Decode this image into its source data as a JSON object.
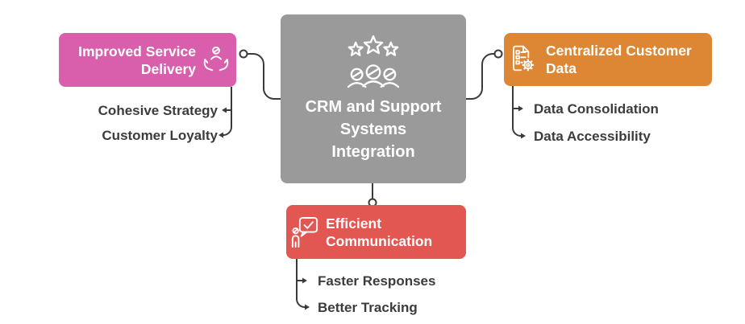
{
  "center": {
    "title": "CRM and Support Systems Integration",
    "color": "#9A9A9A",
    "icon": "team-rating-icon"
  },
  "branches": [
    {
      "label": "Improved Service Delivery",
      "color": "#D95FAD",
      "icon": "caring-hands-icon",
      "children": [
        "Cohesive Strategy",
        "Customer Loyalty"
      ]
    },
    {
      "label": "Centralized Customer Data",
      "color": "#DD8633",
      "icon": "document-checklist-gear-icon",
      "children": [
        "Data Consolidation",
        "Data Accessibility"
      ]
    },
    {
      "label": "Efficient Communication",
      "color": "#E25752",
      "icon": "person-chat-check-icon",
      "children": [
        "Faster Responses",
        "Better Tracking"
      ]
    }
  ],
  "styles": {
    "connector_color": "#3A3A3A",
    "leaf_text_color": "#3C3C3C",
    "node_text_color": "#FFFFFF",
    "background": "#FFFFFF"
  }
}
